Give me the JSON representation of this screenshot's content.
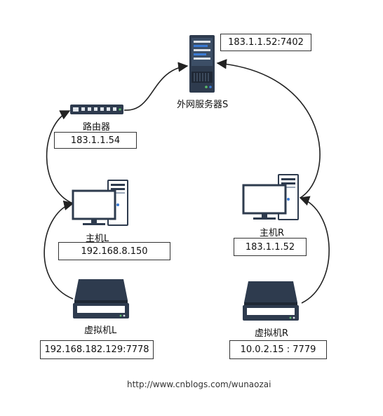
{
  "nodes": {
    "server": {
      "label": "外网服务器S",
      "address": "183.1.1.52:7402"
    },
    "router": {
      "label": "路由器",
      "address": "183.1.1.54"
    },
    "host_l": {
      "label": "主机L",
      "address": "192.168.8.150"
    },
    "host_r": {
      "label": "主机R",
      "address": "183.1.1.52"
    },
    "vm_l": {
      "label": "虚拟机L",
      "address": "192.168.182.129:7778"
    },
    "vm_r": {
      "label": "虚拟机R",
      "address": "10.0.2.15 : 7779"
    }
  },
  "footer": {
    "url": "http://www.cnblogs.com/wunaozai"
  },
  "colors": {
    "line": "#222222",
    "device_dark": "#2e3b4e",
    "device_mid": "#3c4e66",
    "device_light": "#dfe4ea",
    "accent_blue": "#3a7bd5",
    "accent_green": "#5dc16a"
  }
}
